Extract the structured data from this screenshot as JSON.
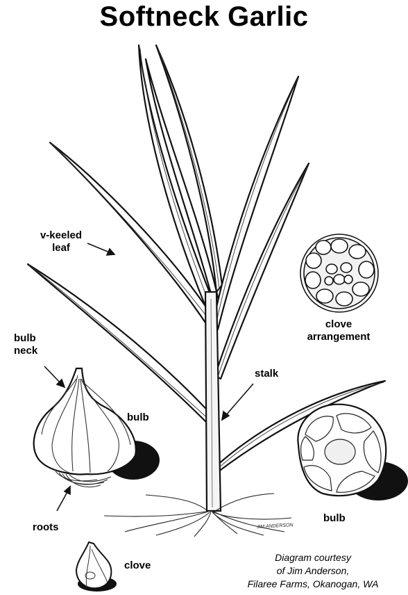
{
  "title": "Softneck Garlic",
  "labels": {
    "v_keeled_leaf_1": "v-keeled",
    "v_keeled_leaf_2": "leaf",
    "clove_arrangement_1": "clove",
    "clove_arrangement_2": "arrangement",
    "bulb_neck_1": "bulb",
    "bulb_neck_2": "neck",
    "bulb_left": "bulb",
    "stalk": "stalk",
    "roots": "roots",
    "bulb_right": "bulb",
    "clove": "clove"
  },
  "signature": "JIM ANDERSON",
  "credit": {
    "line1": "Diagram courtesy",
    "line2": "of Jim Anderson,",
    "line3": "Filaree Farms, Okanogan, WA"
  }
}
